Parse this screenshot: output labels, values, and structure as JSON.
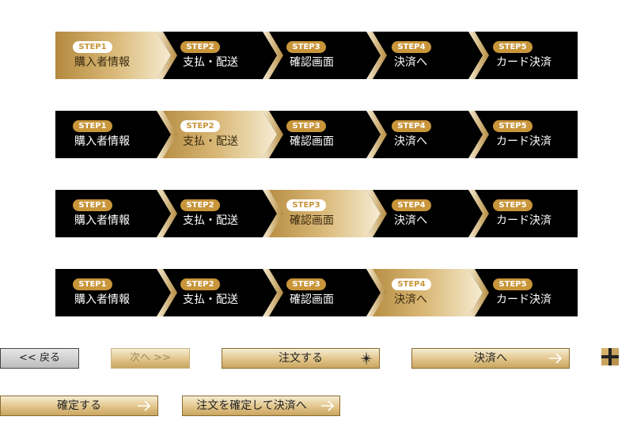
{
  "steps": [
    {
      "tag": "STEP1",
      "label": "購入者情報"
    },
    {
      "tag": "STEP2",
      "label": "支払・配送"
    },
    {
      "tag": "STEP3",
      "label": "確認画面"
    },
    {
      "tag": "STEP4",
      "label": "決済へ"
    },
    {
      "tag": "STEP5",
      "label": "カード決済"
    }
  ],
  "stepbars": [
    {
      "active_step": 1
    },
    {
      "active_step": 2
    },
    {
      "active_step": 3
    },
    {
      "active_step": 4
    }
  ],
  "buttons": {
    "back": "<< 戻る",
    "next": "次へ >>",
    "order": "注文する",
    "to_payment": "決済へ",
    "confirm": "確定する",
    "confirm_and_pay": "注文を確定して決済へ"
  },
  "icons": {
    "order_button": "sparkle-icon",
    "arrow": "arrow-right-icon",
    "corner_mark": "plus-mark-icon"
  },
  "colors": {
    "bar_bg": "#000000",
    "gold_light": "#f6ecd2",
    "gold_mid": "#d9b877",
    "gold_dark": "#b48a3f",
    "pill": "#c8953a"
  }
}
